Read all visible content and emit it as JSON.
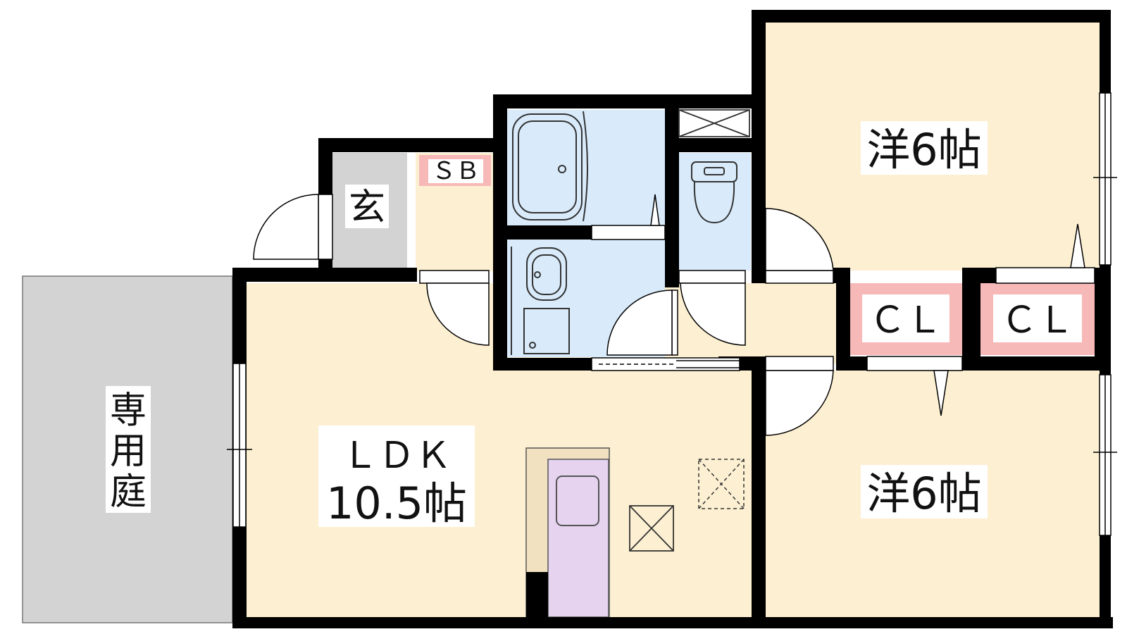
{
  "rooms": {
    "western_room_1": {
      "label": "洋6帖"
    },
    "western_room_2": {
      "label": "洋6帖"
    },
    "ldk": {
      "label_line1": "ＬＤＫ",
      "label_line2": "10.5帖"
    },
    "entrance": {
      "label": "玄"
    },
    "shoe_box": {
      "label": "ＳＢ"
    },
    "closet_1": {
      "label": "ＣＬ"
    },
    "closet_2": {
      "label": "ＣＬ"
    },
    "private_garden": {
      "label_line1": "専",
      "label_line2": "用",
      "label_line3": "庭"
    }
  },
  "colors": {
    "room_fill": "#fdf0d2",
    "wet_area_fill": "#d9ebfb",
    "closet_fill": "#f7b8b8",
    "entrance_fill": "#d3d3d3",
    "garden_fill": "#d3d3d3",
    "kitchen_fill": "#e5d3f0",
    "wall": "#000000"
  }
}
